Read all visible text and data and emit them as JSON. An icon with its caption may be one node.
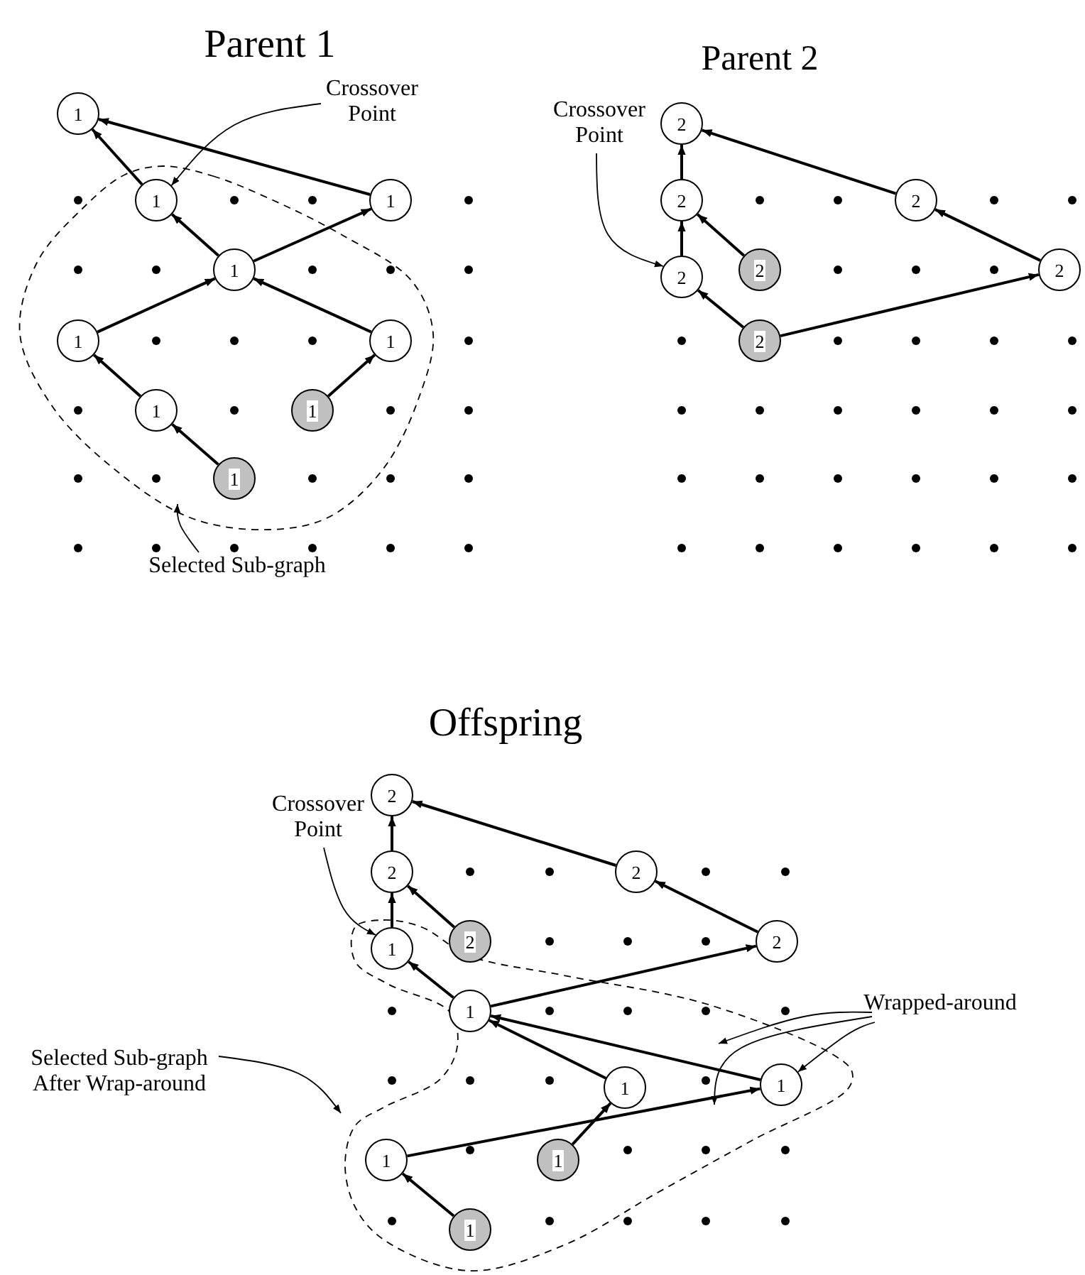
{
  "diagram": {
    "nodes": [
      {
        "text": [
          "Crossover Point"
        ]
      },
      {
        "text": [
          "Selected Sub-graph"
        ]
      },
      {
        "text": [
          "1"
        ]
      },
      {
        "text": [
          "1"
        ]
      },
      {
        "text": [
          "1"
        ]
      },
      {
        "text": [
          "1"
        ]
      },
      {
        "text": [
          "1"
        ]
      },
      {
        "text": [
          "1"
        ]
      },
      {
        "text": [
          "1"
        ]
      },
      {
        "text": [
          "1"
        ]
      },
      {
        "text": [
          "1"
        ]
      },
      {
        "text": [
          "Crossover Point"
        ]
      },
      {
        "text": [
          "2"
        ]
      },
      {
        "text": [
          "2"
        ]
      },
      {
        "text": [
          "2"
        ]
      },
      {
        "text": [
          "2"
        ]
      },
      {
        "text": [
          "2"
        ]
      },
      {
        "text": [
          "2"
        ]
      },
      {
        "text": [
          "2"
        ]
      },
      {
        "text": [
          "Crossover Point"
        ]
      },
      {
        "text": [
          "Selected Sub-graph After Wrap-around"
        ]
      },
      {
        "text": [
          "Wrapped-around"
        ]
      },
      {
        "text": [
          "2"
        ]
      },
      {
        "text": [
          "2"
        ]
      },
      {
        "text": [
          "2"
        ]
      },
      {
        "text": [
          "1"
        ]
      },
      {
        "text": [
          "2"
        ]
      },
      {
        "text": [
          "2"
        ]
      },
      {
        "text": [
          "1"
        ]
      },
      {
        "text": [
          "1"
        ]
      },
      {
        "text": [
          "1"
        ]
      },
      {
        "text": [
          "1"
        ]
      },
      {
        "text": [
          "1"
        ]
      },
      {
        "text": [
          "1"
        ]
      }
    ],
    "edges": [
      {
        "from": 3,
        "to": 2,
        "arrow": "to"
      },
      {
        "from": 4,
        "to": 2,
        "arrow": "to"
      },
      {
        "from": 5,
        "to": 3,
        "arrow": "to"
      },
      {
        "from": 5,
        "to": 4,
        "arrow": "to"
      },
      {
        "from": 6,
        "to": 5,
        "arrow": "to"
      },
      {
        "from": 7,
        "to": 5,
        "arrow": "to"
      },
      {
        "from": 8,
        "to": 6,
        "arrow": "to"
      },
      {
        "from": 9,
        "to": 7,
        "arrow": "to"
      },
      {
        "from": 10,
        "to": 8,
        "arrow": "to"
      },
      {
        "from": 13,
        "to": 12,
        "arrow": "to"
      },
      {
        "from": 14,
        "to": 12,
        "arrow": "to"
      },
      {
        "from": 15,
        "to": 13,
        "arrow": "to"
      },
      {
        "from": 16,
        "to": 13,
        "arrow": "to"
      },
      {
        "from": 17,
        "to": 14,
        "arrow": "to"
      },
      {
        "from": 18,
        "to": 15,
        "arrow": "to"
      },
      {
        "from": 18,
        "to": 17,
        "arrow": "to"
      },
      {
        "from": 23,
        "to": 22,
        "arrow": "to"
      },
      {
        "from": 24,
        "to": 22,
        "arrow": "to"
      },
      {
        "from": 25,
        "to": 23,
        "arrow": "to"
      },
      {
        "from": 26,
        "to": 23,
        "arrow": "to"
      },
      {
        "from": 27,
        "to": 24,
        "arrow": "to"
      },
      {
        "from": 28,
        "to": 25,
        "arrow": "to"
      },
      {
        "from": 28,
        "to": 27,
        "arrow": "to"
      },
      {
        "from": 29,
        "to": 28,
        "arrow": "to"
      },
      {
        "from": 30,
        "to": 28,
        "arrow": "to"
      },
      {
        "from": 31,
        "to": 30,
        "arrow": "to"
      },
      {
        "from": 32,
        "to": 29,
        "arrow": "to"
      },
      {
        "from": 33,
        "to": 31,
        "arrow": "to"
      },
      {
        "from": 0,
        "to": 3,
        "arrow": "to"
      },
      {
        "from": 1,
        "to": null,
        "arrow": "to"
      },
      {
        "from": 11,
        "to": 15,
        "arrow": "to"
      },
      {
        "from": 19,
        "to": 25,
        "arrow": "to"
      },
      {
        "from": 20,
        "to": null,
        "arrow": "to"
      },
      {
        "from": 21,
        "to": null,
        "arrow": "to"
      },
      {
        "from": 21,
        "to": null,
        "arrow": "to"
      },
      {
        "from": 21,
        "to": 30,
        "arrow": "to"
      }
    ],
    "labels": [
      "Parent 1",
      "Parent 2",
      "Offspring"
    ]
  }
}
